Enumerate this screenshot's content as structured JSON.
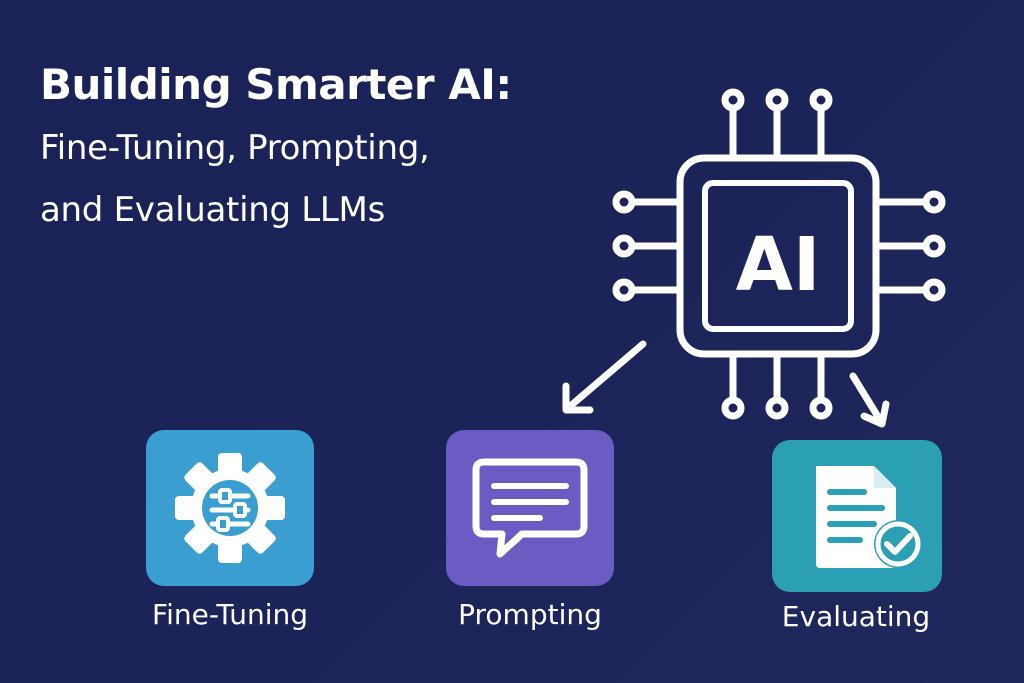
{
  "title": {
    "line1": "Building Smarter AI:",
    "line2": "Fine-Tuning, Prompting,",
    "line3": "and Evaluating LLMs"
  },
  "chip": {
    "label": "AI",
    "icon": "ai-chip-icon"
  },
  "tiles": [
    {
      "label": "Fine-Tuning",
      "icon": "gear-sliders-icon",
      "color": "#3a9fd0"
    },
    {
      "label": "Prompting",
      "icon": "chat-bubble-icon",
      "color": "#6a5cc3"
    },
    {
      "label": "Evaluating",
      "icon": "document-check-icon",
      "color": "#2b9fb3"
    }
  ],
  "colors": {
    "background": "#1b2359",
    "foreground": "#ffffff"
  }
}
